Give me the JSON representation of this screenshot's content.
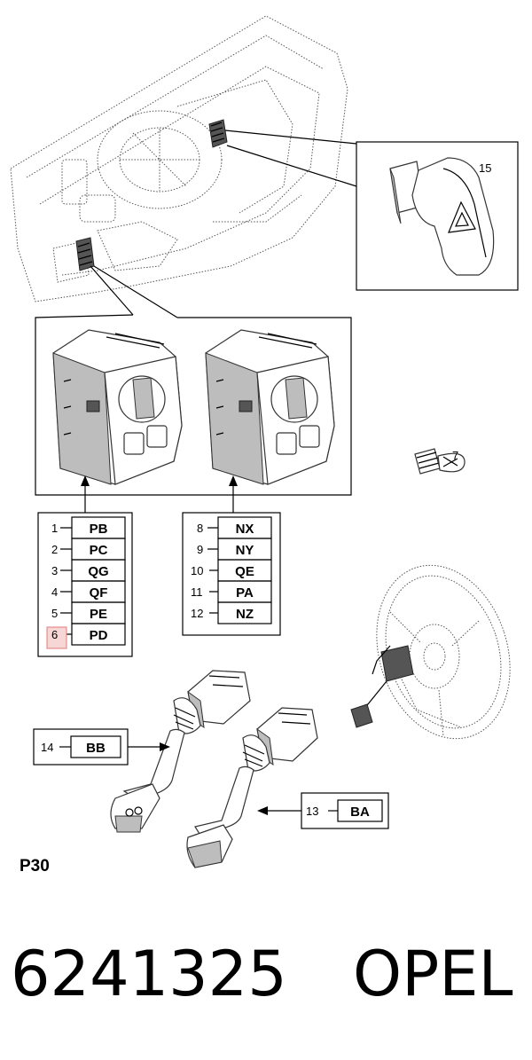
{
  "callouts": {
    "c15": "15",
    "c7": "7"
  },
  "left_table": [
    {
      "num": "1",
      "code": "PB"
    },
    {
      "num": "2",
      "code": "PC"
    },
    {
      "num": "3",
      "code": "QG"
    },
    {
      "num": "4",
      "code": "QF"
    },
    {
      "num": "5",
      "code": "PE"
    },
    {
      "num": "6",
      "code": "PD",
      "highlighted": true
    }
  ],
  "right_table": [
    {
      "num": "8",
      "code": "NX"
    },
    {
      "num": "9",
      "code": "NY"
    },
    {
      "num": "10",
      "code": "QE"
    },
    {
      "num": "11",
      "code": "PA"
    },
    {
      "num": "12",
      "code": "NZ"
    }
  ],
  "stalk_labels": {
    "left": {
      "num": "14",
      "code": "BB"
    },
    "right": {
      "num": "13",
      "code": "BA"
    }
  },
  "figure_ref": "P30",
  "part_number": "6241325",
  "brand": "OPEL",
  "colors": {
    "highlight_fill": "#f7d6d6",
    "highlight_stroke": "#e07a7a"
  }
}
